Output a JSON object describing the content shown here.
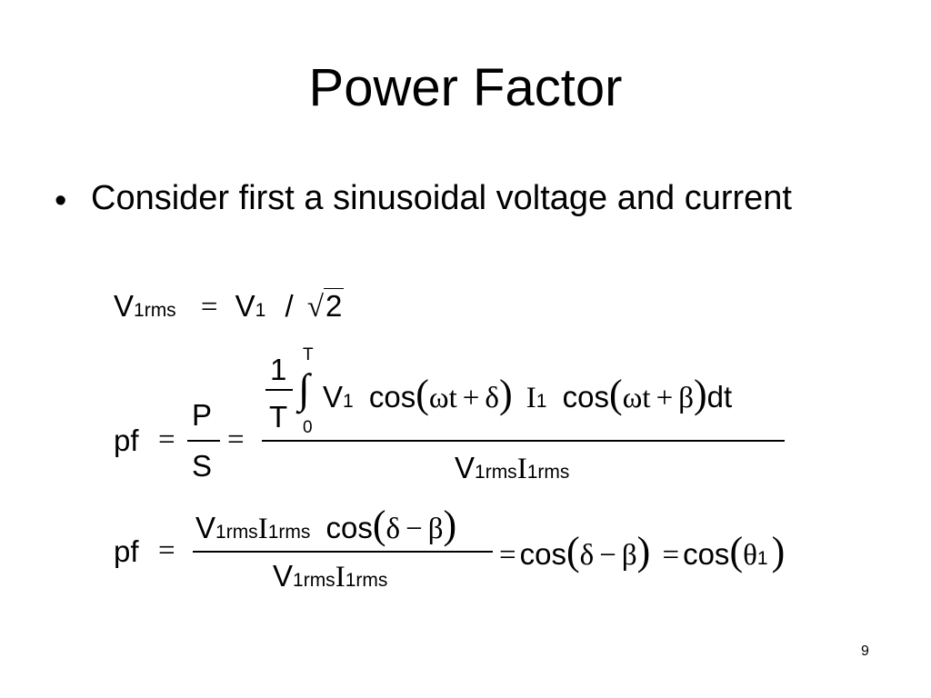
{
  "slide": {
    "title": "Power Factor",
    "bullet": "Consider first a sinusoidal voltage and current",
    "page_number": "9"
  },
  "eq1": {
    "lhs": "V",
    "lhs_sub": "1rms",
    "equals": "=",
    "rhs_v": "V",
    "rhs_sub": "1",
    "slash": "/",
    "radical": "√",
    "radicand": "2"
  },
  "eq2": {
    "pf": "pf",
    "eq_a": "=",
    "p": "P",
    "s": "S",
    "eq_b": "=",
    "one": "1",
    "T": "T",
    "upper_limit": "T",
    "lower_limit": "0",
    "integral": "∫",
    "v": "V",
    "v_sub": "1",
    "cos1": "cos",
    "lparen": "(",
    "omega_t_1": "ωt",
    "plus_1": "+",
    "delta": "δ",
    "rparen": ")",
    "i": "I",
    "i_sub": "1",
    "cos2": "cos",
    "omega_t_2": "ωt",
    "plus_2": "+",
    "beta": "β",
    "dt": "dt",
    "den_v": "V",
    "den_v_sub": "1rms",
    "den_i": "I",
    "den_i_sub": "1rms"
  },
  "eq3": {
    "pf": "pf",
    "eq_a": "=",
    "num_v": "V",
    "num_v_sub": "1rms",
    "num_i": "I",
    "num_i_sub": "1rms",
    "num_cos": "cos",
    "num_lp": "(",
    "num_delta": "δ",
    "num_minus": "−",
    "num_beta": "β",
    "num_rp": ")",
    "den_v": "V",
    "den_v_sub": "1rms",
    "den_i": "I",
    "den_i_sub": "1rms",
    "eq_b": "=",
    "cos_b": "cos",
    "lp_b": "(",
    "delta_b": "δ",
    "minus_b": "−",
    "beta_b": "β",
    "rp_b": ")",
    "eq_c": "=",
    "cos_c": "cos",
    "lp_c": "(",
    "theta": "θ",
    "theta_sub": "1",
    "rp_c": ")"
  }
}
